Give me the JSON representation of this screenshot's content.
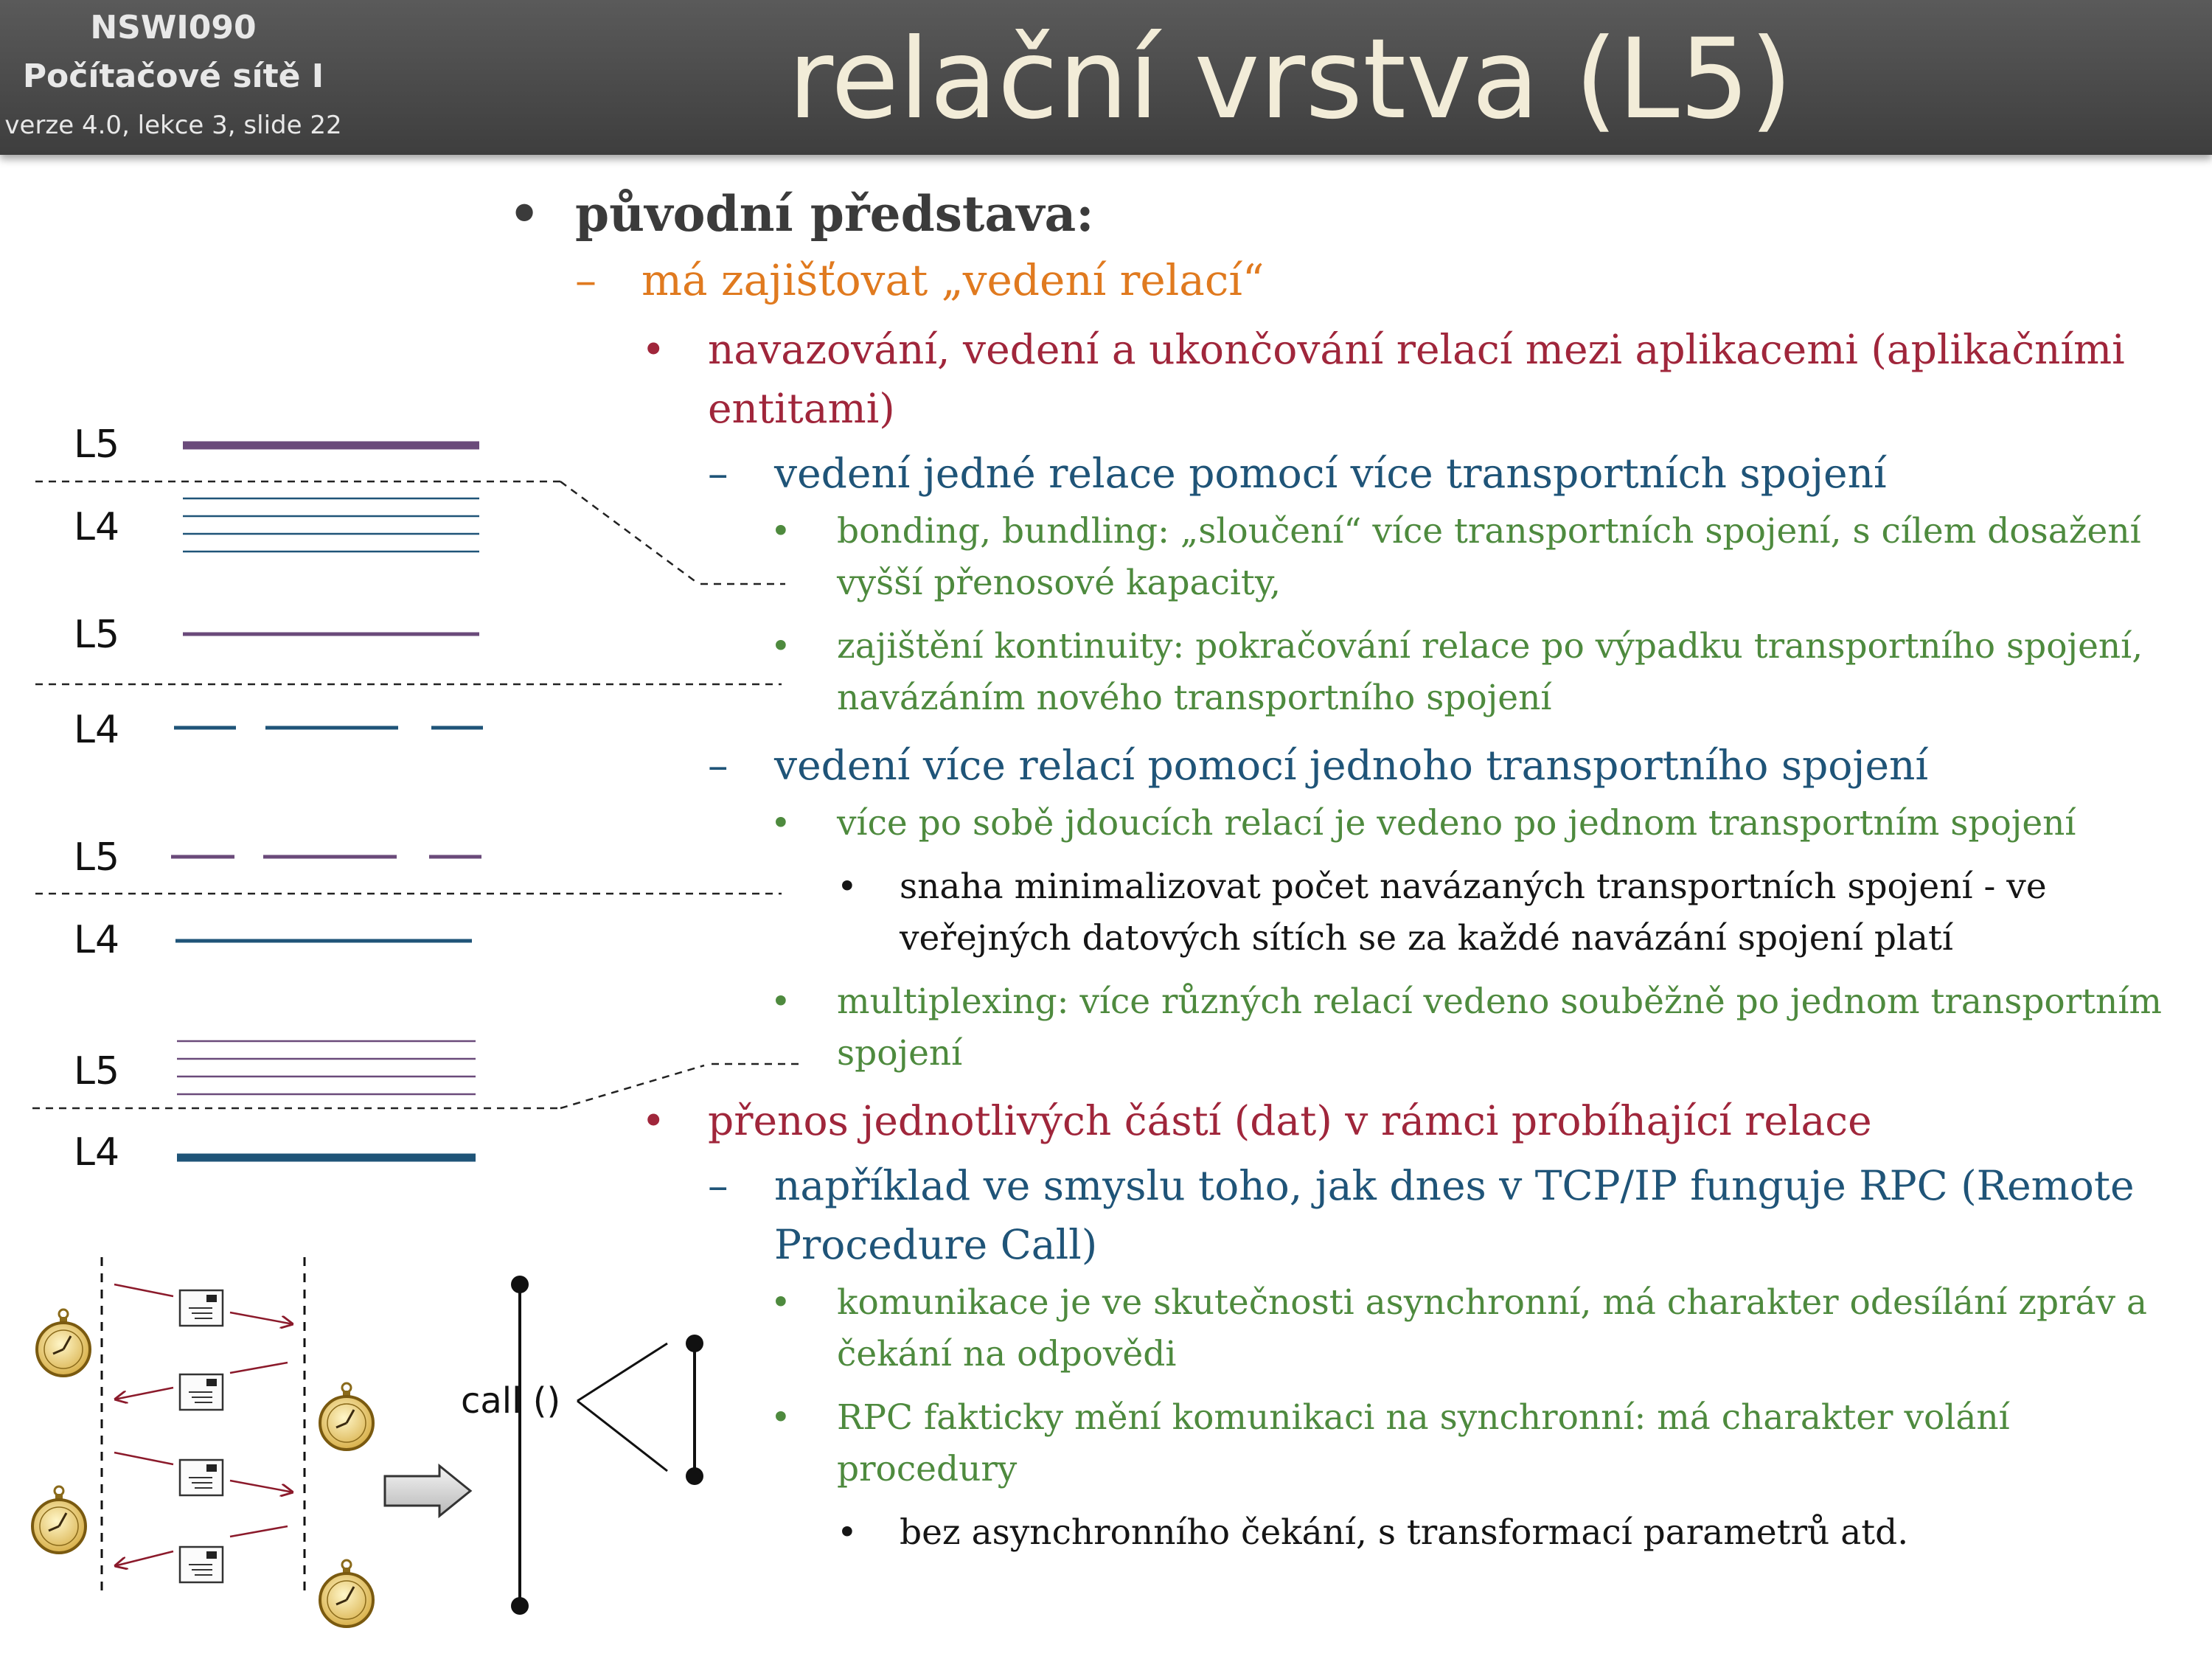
{
  "header": {
    "course_code": "NSWI090",
    "course_name": "Počítačové sítě I",
    "version": "verze 4.0, lekce 3, slide 22",
    "title": "relační vrstva (L5)"
  },
  "outline": [
    {
      "level": 0,
      "bullet": "•",
      "text": "původní představa:"
    },
    {
      "level": 1,
      "bullet": "–",
      "text": "má zajišťovat „vedení relací“"
    },
    {
      "level": 2,
      "bullet": "•",
      "text": "navazování, vedení a ukončování relací mezi aplikacemi (aplikačními entitami)"
    },
    {
      "level": 3,
      "bullet": "–",
      "text": "vedení jedné relace pomocí více transportních spojení"
    },
    {
      "level": 4,
      "bullet": "•",
      "text": "bonding, bundling: „sloučení“ více transportních spojení, s cílem dosažení vyšší přenosové kapacity,"
    },
    {
      "level": 4,
      "bullet": "•",
      "text": "zajištění kontinuity: pokračování relace po výpadku transportního spojení, navázáním nového transportního spojení"
    },
    {
      "level": 3,
      "bullet": "–",
      "text": "vedení více relací pomocí jednoho transportního spojení"
    },
    {
      "level": 4,
      "bullet": "•",
      "text": "více po sobě jdoucích relací je  vedeno po jednom transportním spojení"
    },
    {
      "level": 5,
      "bullet": "•",
      "text": "snaha minimalizovat počet navázaných transportních spojení - ve veřejných datových sítích se za každé navázání spojení platí"
    },
    {
      "level": 4,
      "bullet": "•",
      "text": "multiplexing: více různých relací vedeno souběžně po jednom transportním spojení"
    },
    {
      "level": 2,
      "bullet": "•",
      "text": "přenos jednotlivých částí (dat) v rámci probíhající relace"
    },
    {
      "level": 3,
      "bullet": "–",
      "text": "například ve smyslu toho, jak dnes v TCP/IP funguje RPC (Remote Procedure Call)"
    },
    {
      "level": 4,
      "bullet": "•",
      "text": "komunikace je ve skutečnosti asynchronní, má charakter odesílání zpráv a čekání na odpovědi"
    },
    {
      "level": 4,
      "bullet": "•",
      "text": "RPC fakticky mění komunikaci na synchronní: má charakter volání procedury"
    },
    {
      "level": 5,
      "bullet": "•",
      "text": "bez asynchronního čekání, s transformací parametrů atd."
    }
  ],
  "diagram": {
    "layer_labels": [
      "L5",
      "L4",
      "L5",
      "L4",
      "L5",
      "L4",
      "L5",
      "L4"
    ],
    "call_label": "call ()",
    "colors": {
      "session": "#6a4a7a",
      "transport": "#1f5478",
      "arrow": "#8b1a2b"
    }
  }
}
